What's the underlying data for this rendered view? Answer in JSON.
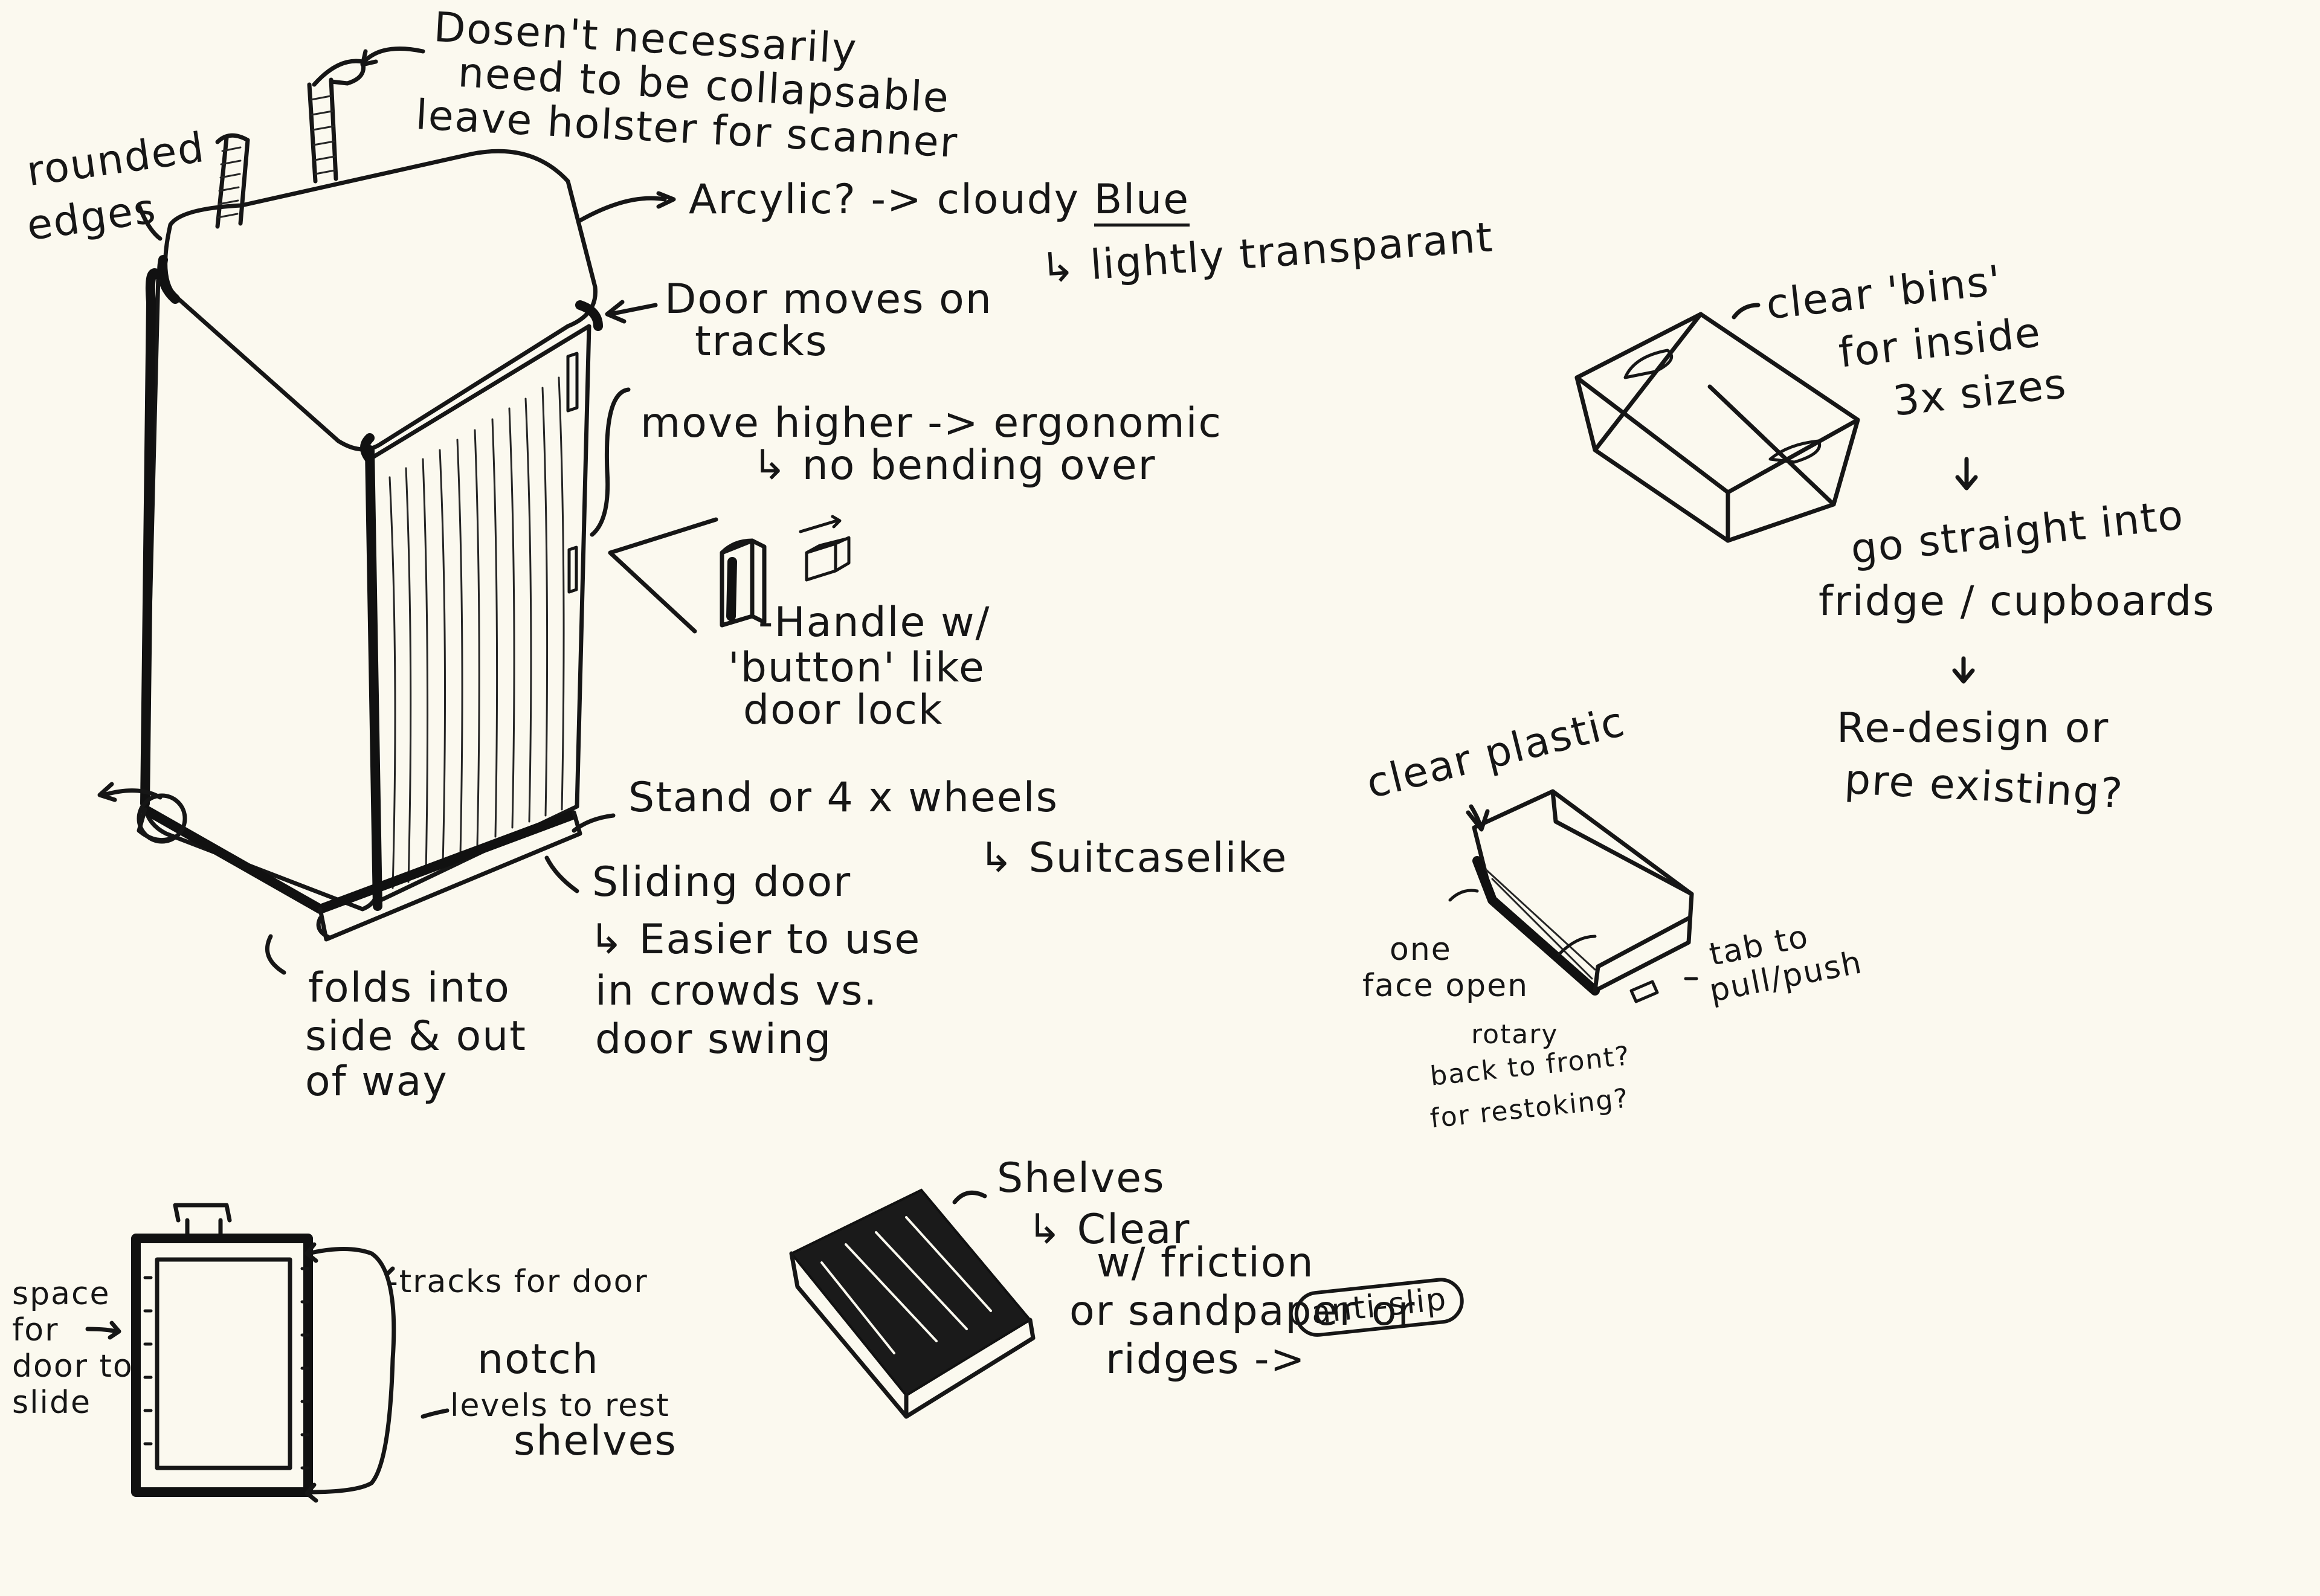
{
  "labels": {
    "rounded_edges_1": "rounded",
    "rounded_edges_2": "edges",
    "handle_note_1": "Dosen't necessarily",
    "handle_note_2": "need to be collapsable",
    "handle_note_3": "leave holster for scanner",
    "material_1": "Arcylic? -> cloudy",
    "material_blue": "Blue",
    "material_2": "lightly transparant",
    "door_tracks_1": "Door moves on",
    "door_tracks_2": "tracks",
    "handle_height_1": "move higher -> ergonomic",
    "handle_height_2": "no bending over",
    "handle_lock_1": "-Handle w/",
    "handle_lock_2": "'button' like",
    "handle_lock_3": "door lock",
    "wheels_1": "Stand or 4 x wheels",
    "wheels_2": "Suitcaselike",
    "sliding_1": "Sliding door",
    "sliding_2": "Easier to use",
    "sliding_3": "in crowds vs.",
    "sliding_4": "door swing",
    "folds_1": "folds into",
    "folds_2": "side & out",
    "folds_3": "of way",
    "bins_1": "clear 'bins'",
    "bins_2": "for inside",
    "bins_3": "3x sizes",
    "bins_4": "go straight into",
    "bins_5": "fridge / cupboards",
    "bins_6": "Re-design or",
    "bins_7": "pre existing?",
    "tray_1": "clear plastic",
    "tray_2": "one",
    "tray_3": "face open",
    "tray_4": "tab to",
    "tray_5": "pull/push",
    "tray_6": "rotary",
    "tray_7": "back to front?",
    "tray_8": "for restoking?",
    "shelves_1": "Shelves",
    "shelves_2": "Clear",
    "shelves_3": "w/ friction",
    "shelves_4": "or sandpaper or",
    "shelves_5": "ridges ->",
    "shelves_6": "anti-slip",
    "front_1": "-tracks for door",
    "front_2": "notch",
    "front_3": "levels to rest",
    "front_4": "shelves",
    "space_1": "space",
    "space_2": "for",
    "space_3": "door to",
    "space_4": "slide"
  },
  "colors": {
    "paper": "#fbf9ef",
    "ink": "#161616"
  }
}
